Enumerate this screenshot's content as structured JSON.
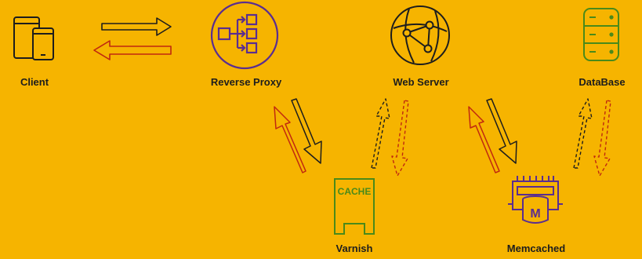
{
  "nodes": {
    "client": {
      "label": "Client",
      "icon": "devices-icon"
    },
    "reverse_proxy": {
      "label": "Reverse Proxy",
      "icon": "load-balancer-icon"
    },
    "web_server": {
      "label": "Web Server",
      "icon": "globe-network-icon"
    },
    "database": {
      "label": "DataBase",
      "icon": "database-icon"
    },
    "varnish": {
      "label": "Varnish",
      "icon": "cache-icon",
      "icon_text": "CACHE"
    },
    "memcached": {
      "label": "Memcached",
      "icon": "memory-chip-icon",
      "icon_text": "M"
    }
  },
  "colors": {
    "background": "#f6b400",
    "request_arrow": "#1d1d1d",
    "response_arrow": "#c0280f",
    "proxy_icon": "#5a2d91",
    "cache_icon": "#4a8a1a",
    "database_icon": "#4a8a1a",
    "memcached_icon": "#5a2d91",
    "device_icon": "#1d1d1d"
  }
}
